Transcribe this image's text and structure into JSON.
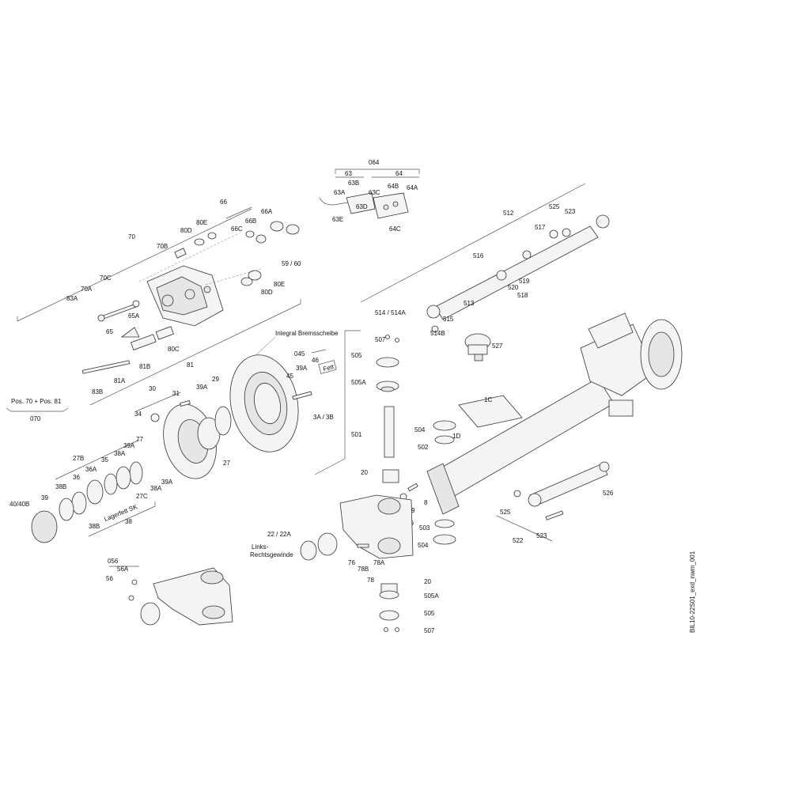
{
  "drawing_id": "BIL10-22S01_exd_nwm_001",
  "callouts": {
    "c064": "064",
    "c63": "63",
    "c64": "64",
    "c63B": "63B",
    "c63A": "63A",
    "c63C": "63C",
    "c64B": "64B",
    "c64A": "64A",
    "c63D": "63D",
    "c63E": "63E",
    "c64C": "64C",
    "c66": "66",
    "c66A": "66A",
    "c66B": "66B",
    "c66C": "66C",
    "c70": "70",
    "c80E": "80E",
    "c80D": "80D",
    "c70B": "70B",
    "c59_60": "59 / 60",
    "c70C": "70C",
    "c80E2": "80E",
    "c80D2": "80D",
    "c70A": "70A",
    "c83A": "83A",
    "c65A": "65A",
    "c65": "65",
    "c80C": "80C",
    "c81B": "81B",
    "c81": "81",
    "c81A": "81A",
    "c83B": "83B",
    "c_pos": "Pos. 70 + Pos. 81",
    "c070": "070",
    "c_disc": "Integral Bremsscheibe",
    "c045": "045",
    "c46": "46",
    "c39A": "39A",
    "c_fett": "Fett",
    "c45": "45",
    "c3A3B": "3A / 3B",
    "c30": "30",
    "c31": "31",
    "c39A2": "39A",
    "c29": "29",
    "c34": "34",
    "c27": "27",
    "c77": "77",
    "c39A3": "39A",
    "c38A": "38A",
    "c27B": "27B",
    "c35": "35",
    "c36A": "36A",
    "c36": "36",
    "c38B": "38B",
    "c39": "39",
    "c40_40B": "40/40B",
    "c_lagerfett": "Lagerfett SK",
    "c27C": "27C",
    "c38A2": "38A",
    "c39A4": "39A",
    "c38B2": "38B",
    "c38": "38",
    "c512": "512",
    "c525": "525",
    "c523": "523",
    "c517": "517",
    "c516": "516",
    "c519": "519",
    "c520": "520",
    "c518": "518",
    "c513": "513",
    "c514": "514 / 514A",
    "c515": "515",
    "c514B": "514B",
    "c527": "527",
    "c507": "507",
    "c505": "505",
    "c505A": "505A",
    "c501": "501",
    "c20": "20",
    "c1C": "1C",
    "c504": "504",
    "c502": "502",
    "c1D": "1D",
    "c8": "8",
    "c9": "9",
    "c16": "16",
    "c503": "503",
    "c504b": "504",
    "c22": "22 / 22A",
    "c_links": "Links-",
    "c_rechts": "Rechtsgewinde",
    "c76": "76",
    "c78B": "78B",
    "c78A": "78A",
    "c78": "78",
    "c20b": "20",
    "c505Ab": "505A",
    "c505b": "505",
    "c507b": "507",
    "c526": "526",
    "c525b": "525",
    "c523b": "523",
    "c522": "522",
    "c056": "056",
    "c56A": "56A",
    "c56": "56"
  }
}
